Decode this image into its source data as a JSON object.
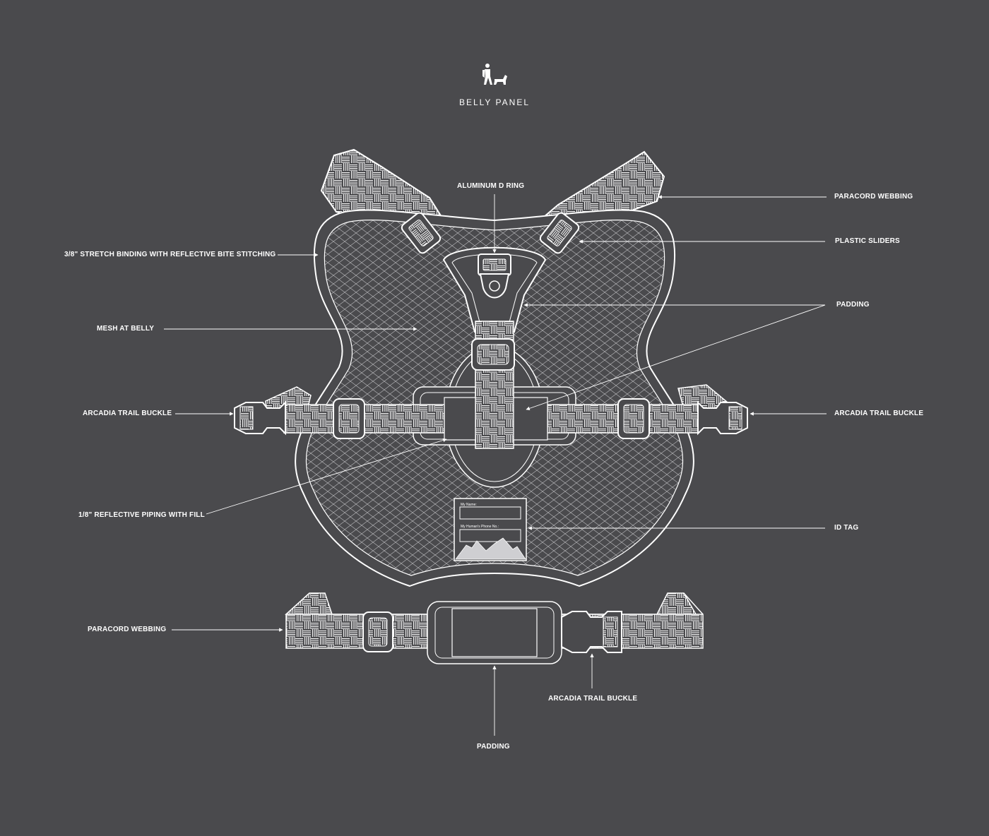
{
  "diagram": {
    "title": "BELLY  PANEL",
    "logo_icon": "hiker-with-dog-icon",
    "colors": {
      "background": "#4a4a4d",
      "line": "#ffffff"
    },
    "labels": {
      "aluminum_d_ring": "ALUMINUM D RING",
      "paracord_webbing_top": "PARACORD WEBBING",
      "plastic_sliders": "PLASTIC SLIDERS",
      "stretch_binding": "3/8\" STRETCH BINDING WITH REFLECTIVE BITE STITCHING",
      "mesh_at_belly": "MESH AT BELLY",
      "padding_right": "PADDING",
      "buckle_left": "ARCADIA TRAIL BUCKLE",
      "buckle_right": "ARCADIA TRAIL BUCKLE",
      "reflective_piping": "1/8\" REFLECTIVE PIPING WITH FILL",
      "id_tag": "ID TAG",
      "paracord_webbing_bottom": "PARACORD WEBBING",
      "buckle_bottom": "ARCADIA TRAIL BUCKLE",
      "padding_bottom": "PADDING"
    },
    "id_tag_fields": {
      "name": "My Name:",
      "phone": "My Human's Phone No.:"
    }
  }
}
